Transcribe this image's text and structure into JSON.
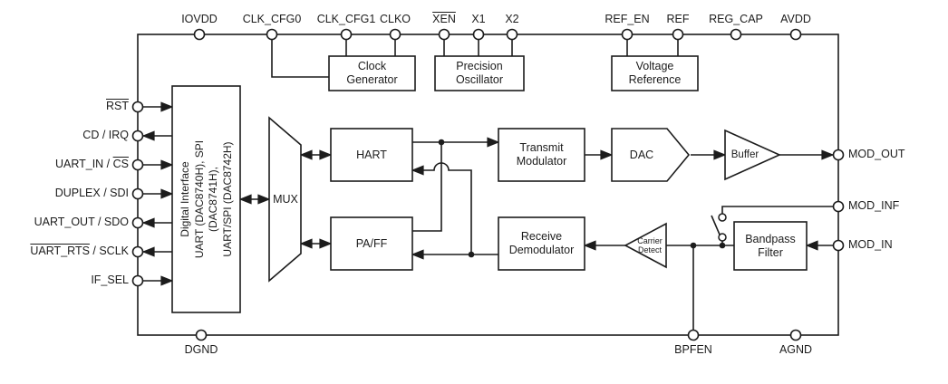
{
  "blocks": {
    "digital_interface": "Digital Interface\nUART (DAC8740H), SPI\n(DAC8741H),\nUART/SPI (DAC8742H)",
    "mux": "MUX",
    "clock_generator": "Clock\nGenerator",
    "precision_oscillator": "Precision\nOscillator",
    "voltage_reference": "Voltage\nReference",
    "hart": "HART",
    "pa_ff": "PA/FF",
    "transmit_modulator": "Transmit\nModulator",
    "receive_demodulator": "Receive\nDemodulator",
    "dac": "DAC",
    "buffer": "Buffer",
    "carrier_detect": "Carrier\nDetect",
    "bandpass_filter": "Bandpass\nFilter"
  },
  "pins": {
    "iovdd": "IOVDD",
    "clk_cfg0": "CLK_CFG0",
    "clk_cfg1": "CLK_CFG1",
    "clko": "CLKO",
    "xen": "XEN",
    "x1": "X1",
    "x2": "X2",
    "ref_en": "REF_EN",
    "ref": "REF",
    "reg_cap": "REG_CAP",
    "avdd": "AVDD",
    "rst": "RST",
    "cd_irq": "CD / IRQ",
    "uart_in_pre": "UART_IN / ",
    "uart_in_over": "CS",
    "duplex_sdi": "DUPLEX / SDI",
    "uart_out_sdo": "UART_OUT / SDO",
    "uart_rts_over": "UART_RTS",
    "uart_rts_post": " / SCLK",
    "if_sel": "IF_SEL",
    "mod_out": "MOD_OUT",
    "mod_inf": "MOD_INF",
    "mod_in": "MOD_IN",
    "dgnd": "DGND",
    "bpfen": "BPFEN",
    "agnd": "AGND"
  },
  "colors": {
    "line": "#1c1c1c",
    "background": "#ffffff"
  }
}
